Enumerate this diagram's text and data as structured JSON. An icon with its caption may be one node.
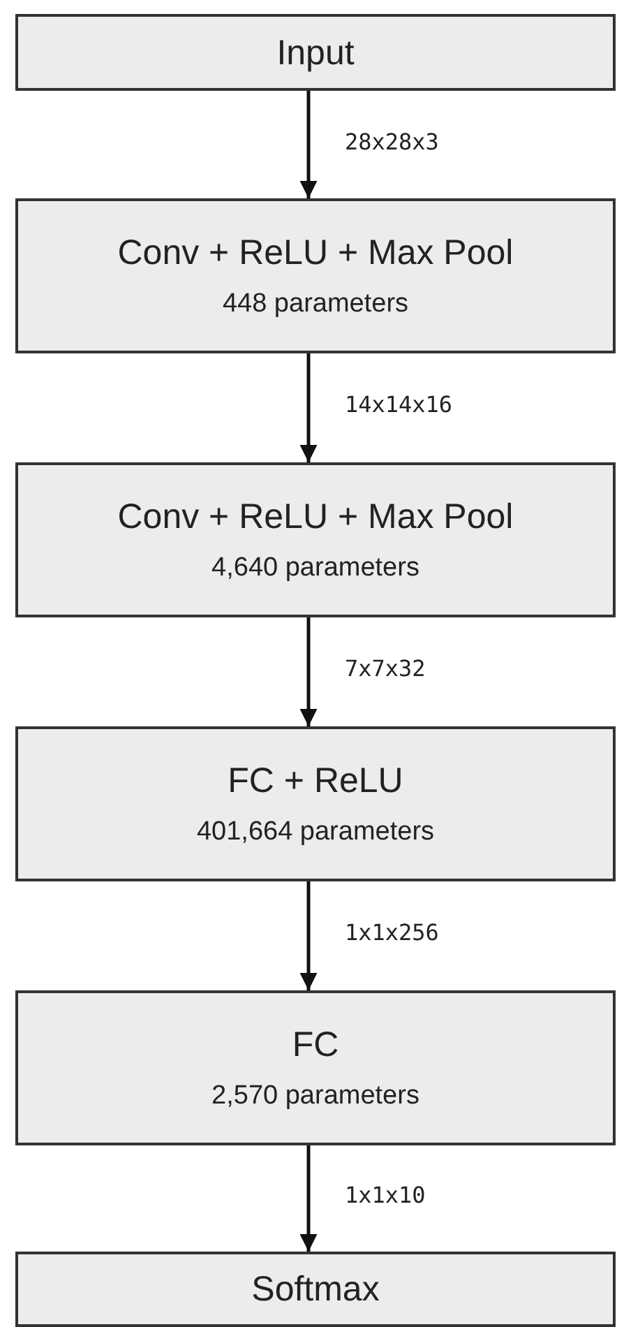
{
  "diagram": {
    "nodes": [
      {
        "text": [
          "Input"
        ]
      },
      {
        "text": [
          "Conv + ReLU + Max Pool",
          "448 parameters"
        ]
      },
      {
        "text": [
          "Conv + ReLU + Max Pool",
          "4,640 parameters"
        ]
      },
      {
        "text": [
          "FC + ReLU",
          "401,664 parameters"
        ]
      },
      {
        "text": [
          "FC",
          "2,570 parameters"
        ]
      },
      {
        "text": [
          "Softmax"
        ]
      }
    ],
    "edges": [
      {
        "from": 0,
        "to": 1,
        "arrow": "to",
        "label": "28x28x3"
      },
      {
        "from": 1,
        "to": 2,
        "arrow": "to",
        "label": "14x14x16"
      },
      {
        "from": 2,
        "to": 3,
        "arrow": "to",
        "label": "7x7x32"
      },
      {
        "from": 3,
        "to": 4,
        "arrow": "to",
        "label": "1x1x256"
      },
      {
        "from": 4,
        "to": 5,
        "arrow": "to",
        "label": "1x1x10"
      }
    ]
  }
}
